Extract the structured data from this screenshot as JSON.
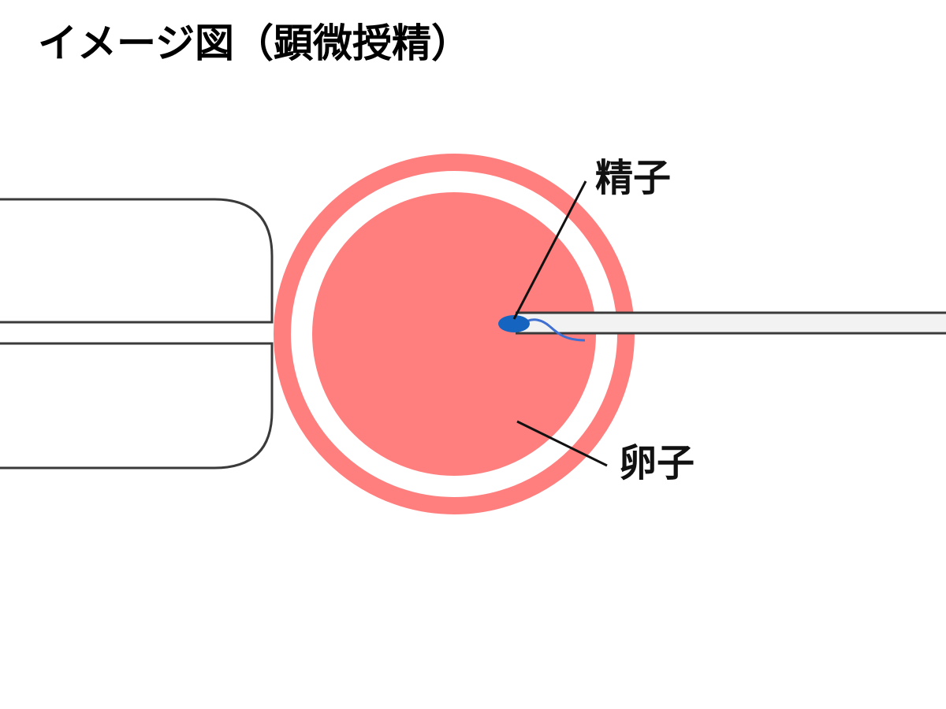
{
  "title": "イメージ図（顕微授精）",
  "labels": {
    "sperm": "精子",
    "egg": "卵子"
  },
  "colors": {
    "egg_fill": "#FF7F7F",
    "zona_ring": "#FF7F7F",
    "sperm": "#1565C0",
    "outline": "#3A3A3A",
    "needle_fill": "#F2F2F2",
    "leader_line": "#111111"
  }
}
